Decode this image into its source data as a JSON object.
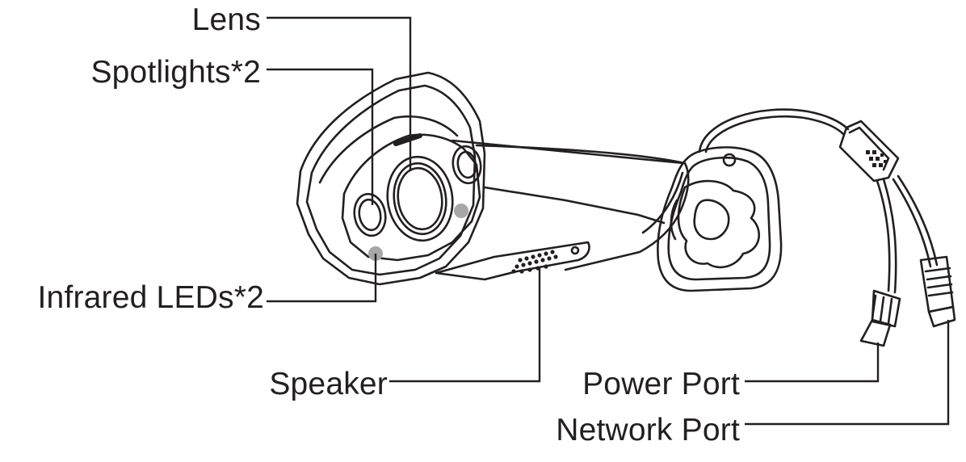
{
  "diagram": {
    "colors": {
      "line": "#231f20",
      "led": "#a7a7a7",
      "background": "#ffffff"
    },
    "labels": {
      "lens": "Lens",
      "spotlights": "Spotlights*2",
      "infrared": "Infrared LEDs*2",
      "speaker": "Speaker",
      "power_port": "Power Port",
      "network_port": "Network Port"
    }
  }
}
